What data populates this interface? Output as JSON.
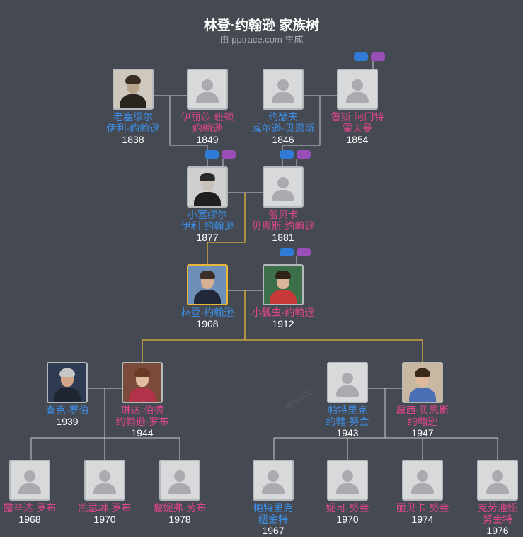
{
  "title": "林登·约翰逊 家族树",
  "subtitle": "由 pptrace.com 生成",
  "watermark": "pptrace",
  "colors": {
    "male": "#3d8ee6",
    "female": "#e2468c",
    "focus_line": "#e8b63a",
    "line": "#c9cbcf",
    "background": "#454952"
  },
  "people": {
    "p1": {
      "name": [
        "老塞缪尔",
        "伊利·约翰逊"
      ],
      "year": "1838",
      "gender": "m",
      "photo": "portrait-icon"
    },
    "p2": {
      "name": [
        "伊丽莎·班顿",
        "约翰逊"
      ],
      "year": "1849",
      "gender": "f",
      "photo": "placeholder-avatar-icon"
    },
    "p3": {
      "name": [
        "约瑟夫",
        "威尔逊·贝恩斯"
      ],
      "year": "1846",
      "gender": "m",
      "photo": "placeholder-avatar-icon"
    },
    "p4": {
      "name": [
        "鲁斯·阿门特",
        "霍夫曼"
      ],
      "year": "1854",
      "gender": "f",
      "photo": "placeholder-avatar-icon"
    },
    "p5": {
      "name": [
        "小塞缪尔",
        "伊利·约翰逊"
      ],
      "year": "1877",
      "gender": "m",
      "photo": "portrait-icon"
    },
    "p6": {
      "name": [
        "蕾贝卡",
        "贝恩斯·约翰逊"
      ],
      "year": "1881",
      "gender": "f",
      "photo": "placeholder-avatar-icon"
    },
    "p7": {
      "name": [
        "林登·约翰逊"
      ],
      "year": "1908",
      "gender": "m",
      "photo": "portrait-icon",
      "focus": true
    },
    "p8": {
      "name": [
        "小瓢虫·约翰逊"
      ],
      "year": "1912",
      "gender": "f",
      "photo": "portrait-icon"
    },
    "p9": {
      "name": [
        "查克·罗伯"
      ],
      "year": "1939",
      "gender": "m",
      "photo": "portrait-icon"
    },
    "p10": {
      "name": [
        "琳达·伯德",
        "约翰逊·罗布"
      ],
      "year": "1944",
      "gender": "f",
      "photo": "portrait-icon"
    },
    "p11": {
      "name": [
        "帕特里克",
        "约翰·努金"
      ],
      "year": "1943",
      "gender": "m",
      "photo": "placeholder-avatar-icon"
    },
    "p12": {
      "name": [
        "露西·贝恩斯",
        "约翰逊"
      ],
      "year": "1947",
      "gender": "f",
      "photo": "portrait-icon"
    },
    "p13": {
      "name": [
        "露辛达·罗布"
      ],
      "year": "1968",
      "gender": "f",
      "photo": "placeholder-avatar-icon"
    },
    "p14": {
      "name": [
        "凯瑟琳·罗布"
      ],
      "year": "1970",
      "gender": "f",
      "photo": "placeholder-avatar-icon"
    },
    "p15": {
      "name": [
        "詹妮弗·劳布"
      ],
      "year": "1978",
      "gender": "f",
      "photo": "placeholder-avatar-icon"
    },
    "p16": {
      "name": [
        "帕特里克",
        "纽金特"
      ],
      "year": "1967",
      "gender": "m",
      "photo": "placeholder-avatar-icon"
    },
    "p17": {
      "name": [
        "妮可·努金"
      ],
      "year": "1970",
      "gender": "f",
      "photo": "placeholder-avatar-icon"
    },
    "p18": {
      "name": [
        "丽贝卡·努金"
      ],
      "year": "1974",
      "gender": "f",
      "photo": "placeholder-avatar-icon"
    },
    "p19": {
      "name": [
        "克劳迪娅",
        "努金特"
      ],
      "year": "1976",
      "gender": "f",
      "photo": "placeholder-avatar-icon"
    }
  }
}
